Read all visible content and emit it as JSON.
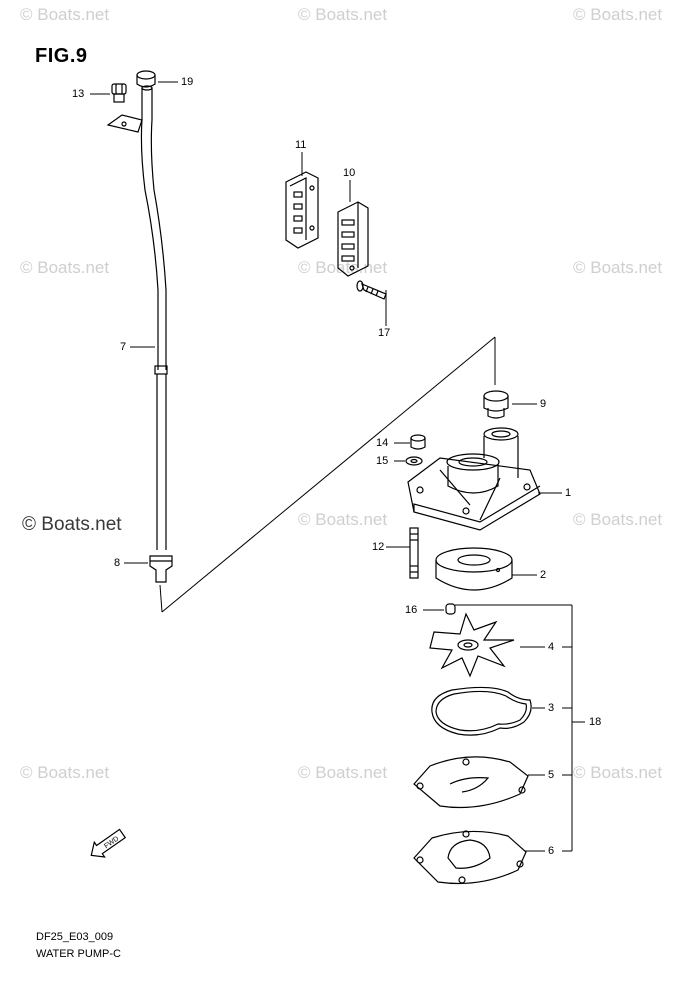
{
  "figure": {
    "label": "FIG.9"
  },
  "footer": {
    "code": "DF25_E03_009",
    "title": "WATER PUMP-C"
  },
  "watermarks": {
    "text": "© Boats.net",
    "featured": "© Boats.net"
  },
  "fwd_label": "FWD",
  "callouts": {
    "c1": "1",
    "c2": "2",
    "c3": "3",
    "c4": "4",
    "c5": "5",
    "c6": "6",
    "c7": "7",
    "c8": "8",
    "c9": "9",
    "c10": "10",
    "c11": "11",
    "c12": "12",
    "c13": "13",
    "c14": "14",
    "c15": "15",
    "c16": "16",
    "c17": "17",
    "c18": "18",
    "c19": "19"
  }
}
